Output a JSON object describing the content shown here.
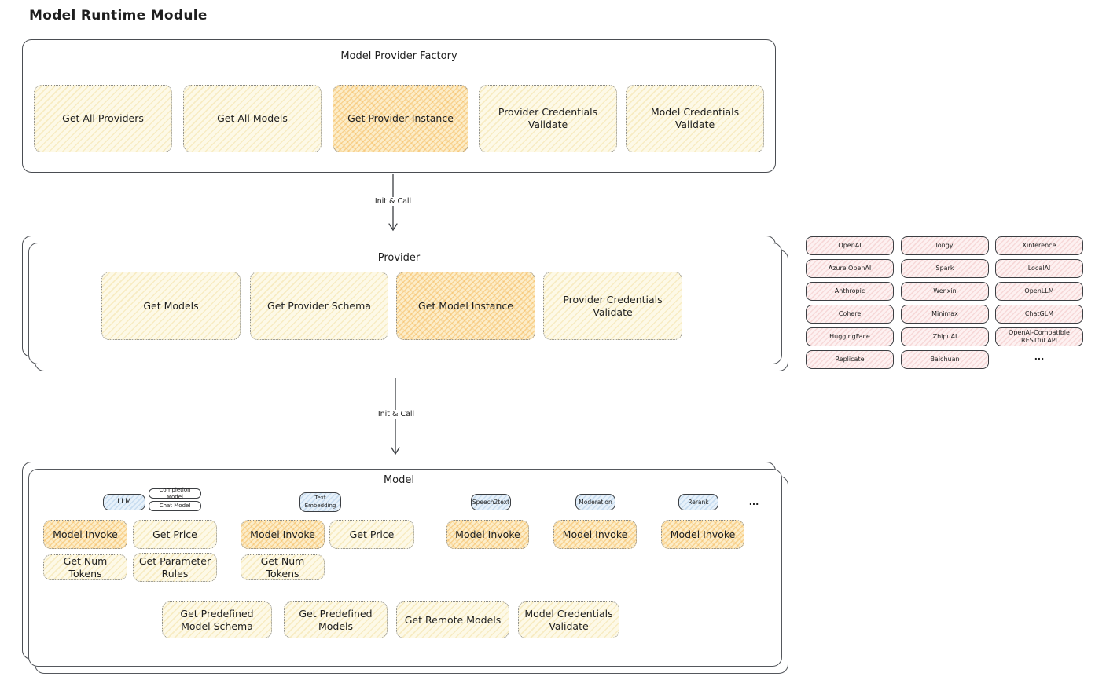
{
  "title": "Model Runtime Module",
  "arrow_label": "Init & Call",
  "factory": {
    "title": "Model Provider Factory",
    "boxes": [
      {
        "label": "Get All Providers",
        "highlight": false
      },
      {
        "label": "Get All Models",
        "highlight": false
      },
      {
        "label": "Get Provider Instance",
        "highlight": true
      },
      {
        "label": "Provider Credentials Validate",
        "highlight": false
      },
      {
        "label": "Model Credentials Validate",
        "highlight": false
      }
    ]
  },
  "provider": {
    "title": "Provider",
    "boxes": [
      {
        "label": "Get Models",
        "highlight": false
      },
      {
        "label": "Get Provider Schema",
        "highlight": false
      },
      {
        "label": "Get Model Instance",
        "highlight": true
      },
      {
        "label": "Provider Credentials Validate",
        "highlight": false
      }
    ]
  },
  "provider_list": {
    "columns": [
      {
        "items": [
          "OpenAI",
          "Azure OpenAI",
          "Anthropic",
          "Cohere",
          "HuggingFace",
          "Replicate"
        ]
      },
      {
        "items": [
          "Tongyi",
          "Spark",
          "Wenxin",
          "Minimax",
          "ZhipuAI",
          "Baichuan"
        ]
      },
      {
        "items": [
          "Xinference",
          "LocalAI",
          "OpenLLM",
          "ChatGLM",
          "OpenAI-Compatible RESTful API"
        ]
      }
    ],
    "ellipsis": "..."
  },
  "model": {
    "title": "Model",
    "tabs": {
      "llm": "LLM",
      "completion": "Completion Model",
      "chat": "Chat Model",
      "text_embedding": "Text Embedding",
      "speech2text": "Speech2text",
      "moderation": "Moderation",
      "rerank": "Rerank",
      "ellipsis": "..."
    },
    "functions": {
      "model_invoke": "Model Invoke",
      "get_price": "Get Price",
      "get_num_tokens": "Get Num Tokens",
      "get_parameter_rules": "Get Parameter Rules"
    },
    "bottom": [
      "Get Predefined Model Schema",
      "Get Predefined Models",
      "Get Remote Models",
      "Model Credentials Validate"
    ]
  },
  "colors": {
    "accent_orange": "#f2a632",
    "accent_yellow": "#e9cc70",
    "accent_pink": "#e18282",
    "accent_blue": "#78aad7",
    "stroke": "#43464b"
  }
}
